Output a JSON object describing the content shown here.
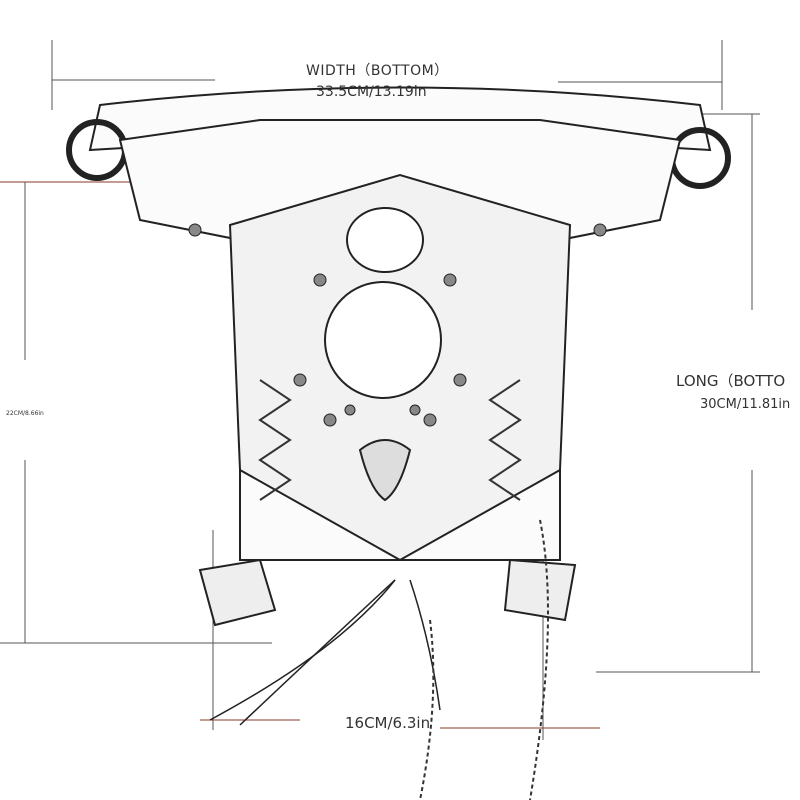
{
  "dimensions": {
    "width": {
      "title": "WIDTH（BOTTOM）",
      "value": "33.5CM/13.19in"
    },
    "long": {
      "title": "LONG（BOTTO",
      "value": "30CM/11.81in"
    },
    "height": {
      "value": "22CM/8.66in"
    },
    "bottom": {
      "value": "16CM/6.3in"
    }
  },
  "colors": {
    "line": "#555555",
    "accent_line": "#8b3a2a",
    "sketch": "#222222"
  }
}
